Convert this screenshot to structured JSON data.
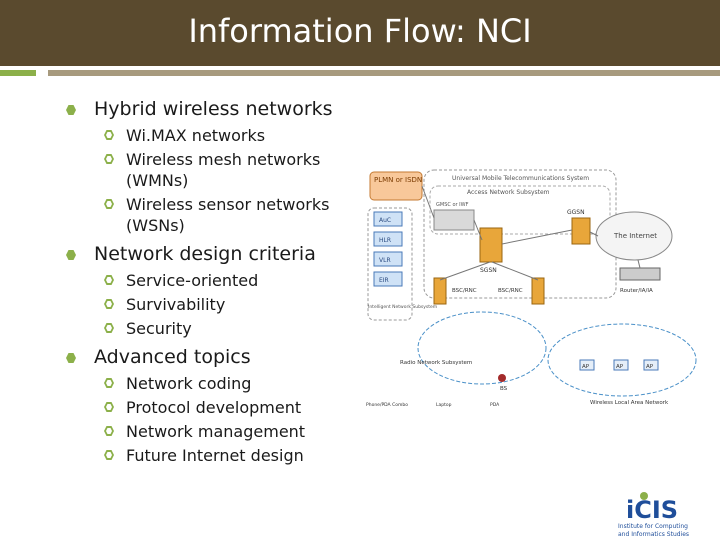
{
  "slide": {
    "title": "Information Flow: NCI"
  },
  "bullets": [
    {
      "text": "Hybrid wireless networks",
      "sub": [
        "Wi.MAX networks",
        "Wireless mesh networks (WMNs)",
        "Wireless sensor networks (WSNs)"
      ]
    },
    {
      "text": "Network design criteria",
      "sub": [
        "Service-oriented",
        "Survivability",
        "Security"
      ]
    },
    {
      "text": "Advanced topics",
      "sub": [
        "Network coding",
        "Protocol development",
        "Network management",
        "Future Internet design"
      ]
    }
  ],
  "diagram": {
    "plmn": "PLMN or ISDN",
    "umts": "Universal Mobile Telecommunications System",
    "ans": "Access Network Subsystem",
    "ggsn": "GGSN",
    "sgsn": "SGSN",
    "gmsc": "GMSC or IWF",
    "internet": "The Internet",
    "auc": "AuC",
    "hlr": "HLR",
    "vlr": "VLR",
    "eir": "EIR",
    "ins": "Intelligent Network Subsystem",
    "bsc1": "BSC/RNC",
    "bsc2": "BSC/RNC",
    "router": "Router/IA/IA",
    "bs": "BS",
    "rns": "Radio Network Subsystem",
    "ap1": "AP",
    "ap2": "AP",
    "ap3": "AP",
    "wlan": "Wireless Local Area Network",
    "legend1": "Phone/PDA Combo",
    "legend2": "Laptop",
    "legend3": "PDA"
  },
  "logo": {
    "name": "iCIS",
    "tagline1": "Institute for Computing",
    "tagline2": "and Informatics Studies"
  },
  "colors": {
    "title_bg": "#5a4a2e",
    "accent": "#8cb04a",
    "rule": "#a79a7e",
    "logo_blue": "#1f4e9a"
  }
}
